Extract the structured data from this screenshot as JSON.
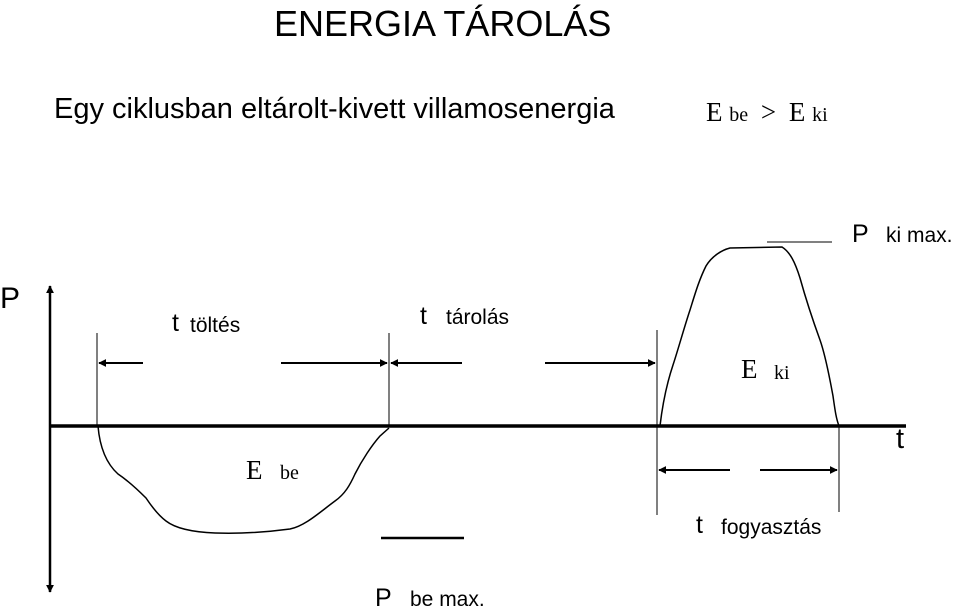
{
  "title": "ENERGIA TÁROLÁS",
  "subtitle": {
    "text": "Egy ciklusban eltárolt-kivett villamosenergia",
    "formula": {
      "e1": "E",
      "sub1": "be",
      "op": ">",
      "e2": "E",
      "sub2": "ki"
    }
  },
  "axes": {
    "y_label": "P",
    "x_label": "t"
  },
  "labels": {
    "charge": {
      "t": "t",
      "text": "töltés"
    },
    "storage": {
      "t": "t",
      "text": "tárolás"
    },
    "consumption": {
      "t": "t",
      "text": "fogyasztás"
    },
    "energy_in": {
      "e": "E",
      "sub": "be"
    },
    "energy_out": {
      "e": "E",
      "sub": "ki"
    },
    "p_out_max": {
      "p": "P",
      "text": "ki max."
    },
    "p_in_max": {
      "p": "P",
      "text": "be max."
    }
  }
}
